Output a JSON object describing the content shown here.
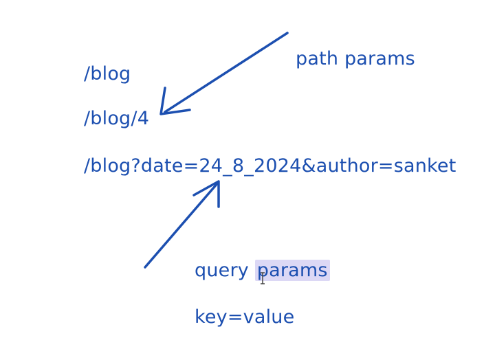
{
  "lines": {
    "blog": "/blog",
    "blog_id": "/blog/4",
    "blog_query": "/blog?date=24_8_2024&author=sanket"
  },
  "annotations": {
    "path_params": "path params",
    "query_label": "query",
    "query_highlight": "params",
    "key_value": "key=value"
  },
  "colors": {
    "ink": "#1c4fb0",
    "highlight": "#dcd8f5"
  }
}
